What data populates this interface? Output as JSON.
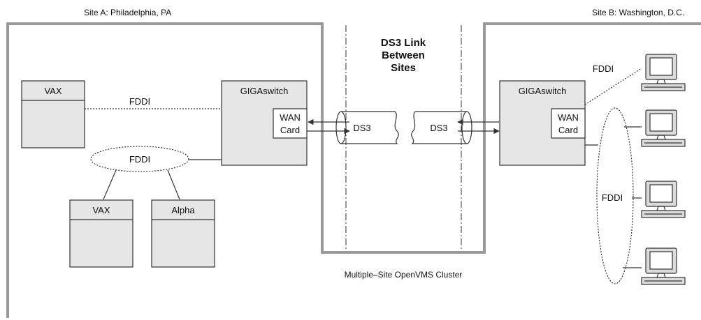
{
  "site_a": {
    "label": "Site A: Philadelphia, PA",
    "vax_top": "VAX",
    "fddi_link_label": "FDDI",
    "fddi_ring_label": "FDDI",
    "vax_bottom": "VAX",
    "alpha": "Alpha",
    "gigaswitch": "GIGAswitch",
    "wan_card_line1": "WAN",
    "wan_card_line2": "Card",
    "ds3": "DS3"
  },
  "link": {
    "title_line1": "DS3 Link",
    "title_line2": "Between",
    "title_line3": "Sites"
  },
  "site_b": {
    "label": "Site B: Washington, D.C.",
    "gigaswitch": "GIGAswitch",
    "wan_card_line1": "WAN",
    "wan_card_line2": "Card",
    "ds3": "DS3",
    "fddi_top_label": "FDDI",
    "fddi_ring_label": "FDDI"
  },
  "caption": "Multiple–Site OpenVMS Cluster"
}
